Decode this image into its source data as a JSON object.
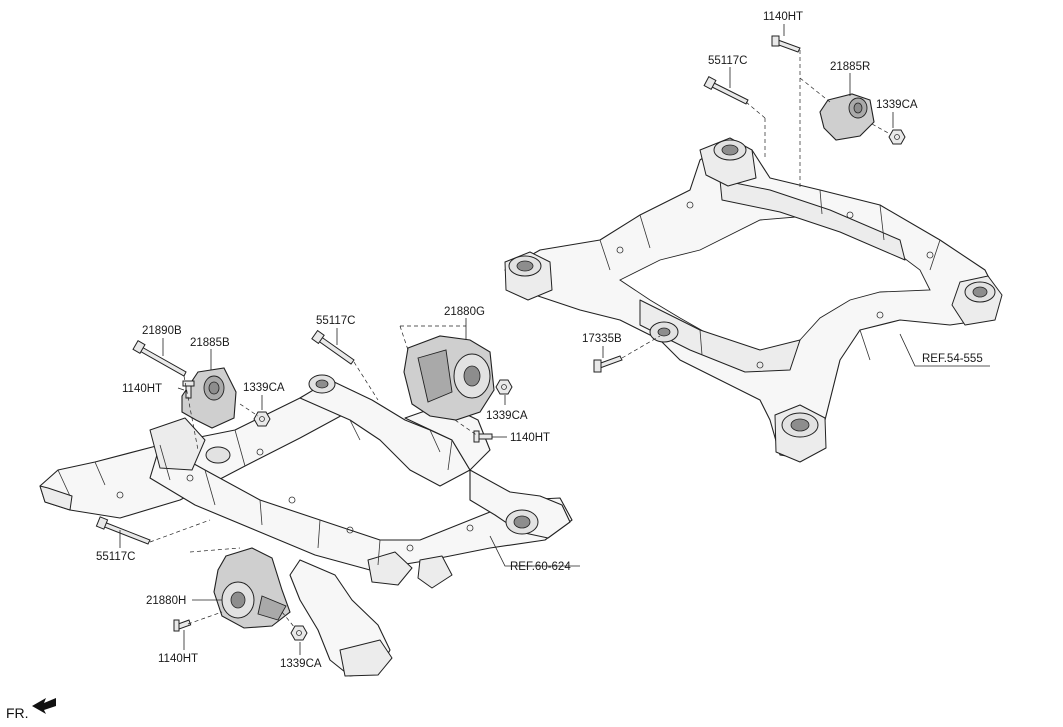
{
  "parts": {
    "p_21890B": "21890B",
    "p_21885B": "21885B",
    "p_1140HT_a": "1140HT",
    "p_1339CA_a": "1339CA",
    "p_55117C_a": "55117C",
    "p_21880G": "21880G",
    "p_1339CA_b": "1339CA",
    "p_1140HT_b": "1140HT",
    "p_55117C_b": "55117C",
    "p_21880H": "21880H",
    "p_1140HT_c": "1140HT",
    "p_1339CA_c": "1339CA",
    "p_1140HT_d": "1140HT",
    "p_55117C_c": "55117C",
    "p_21885R": "21885R",
    "p_1339CA_d": "1339CA",
    "p_17335B": "17335B"
  },
  "references": {
    "ref_front": "REF.60-624",
    "ref_rear": "REF.54-555"
  },
  "orientation": {
    "direction_label": "FR."
  }
}
